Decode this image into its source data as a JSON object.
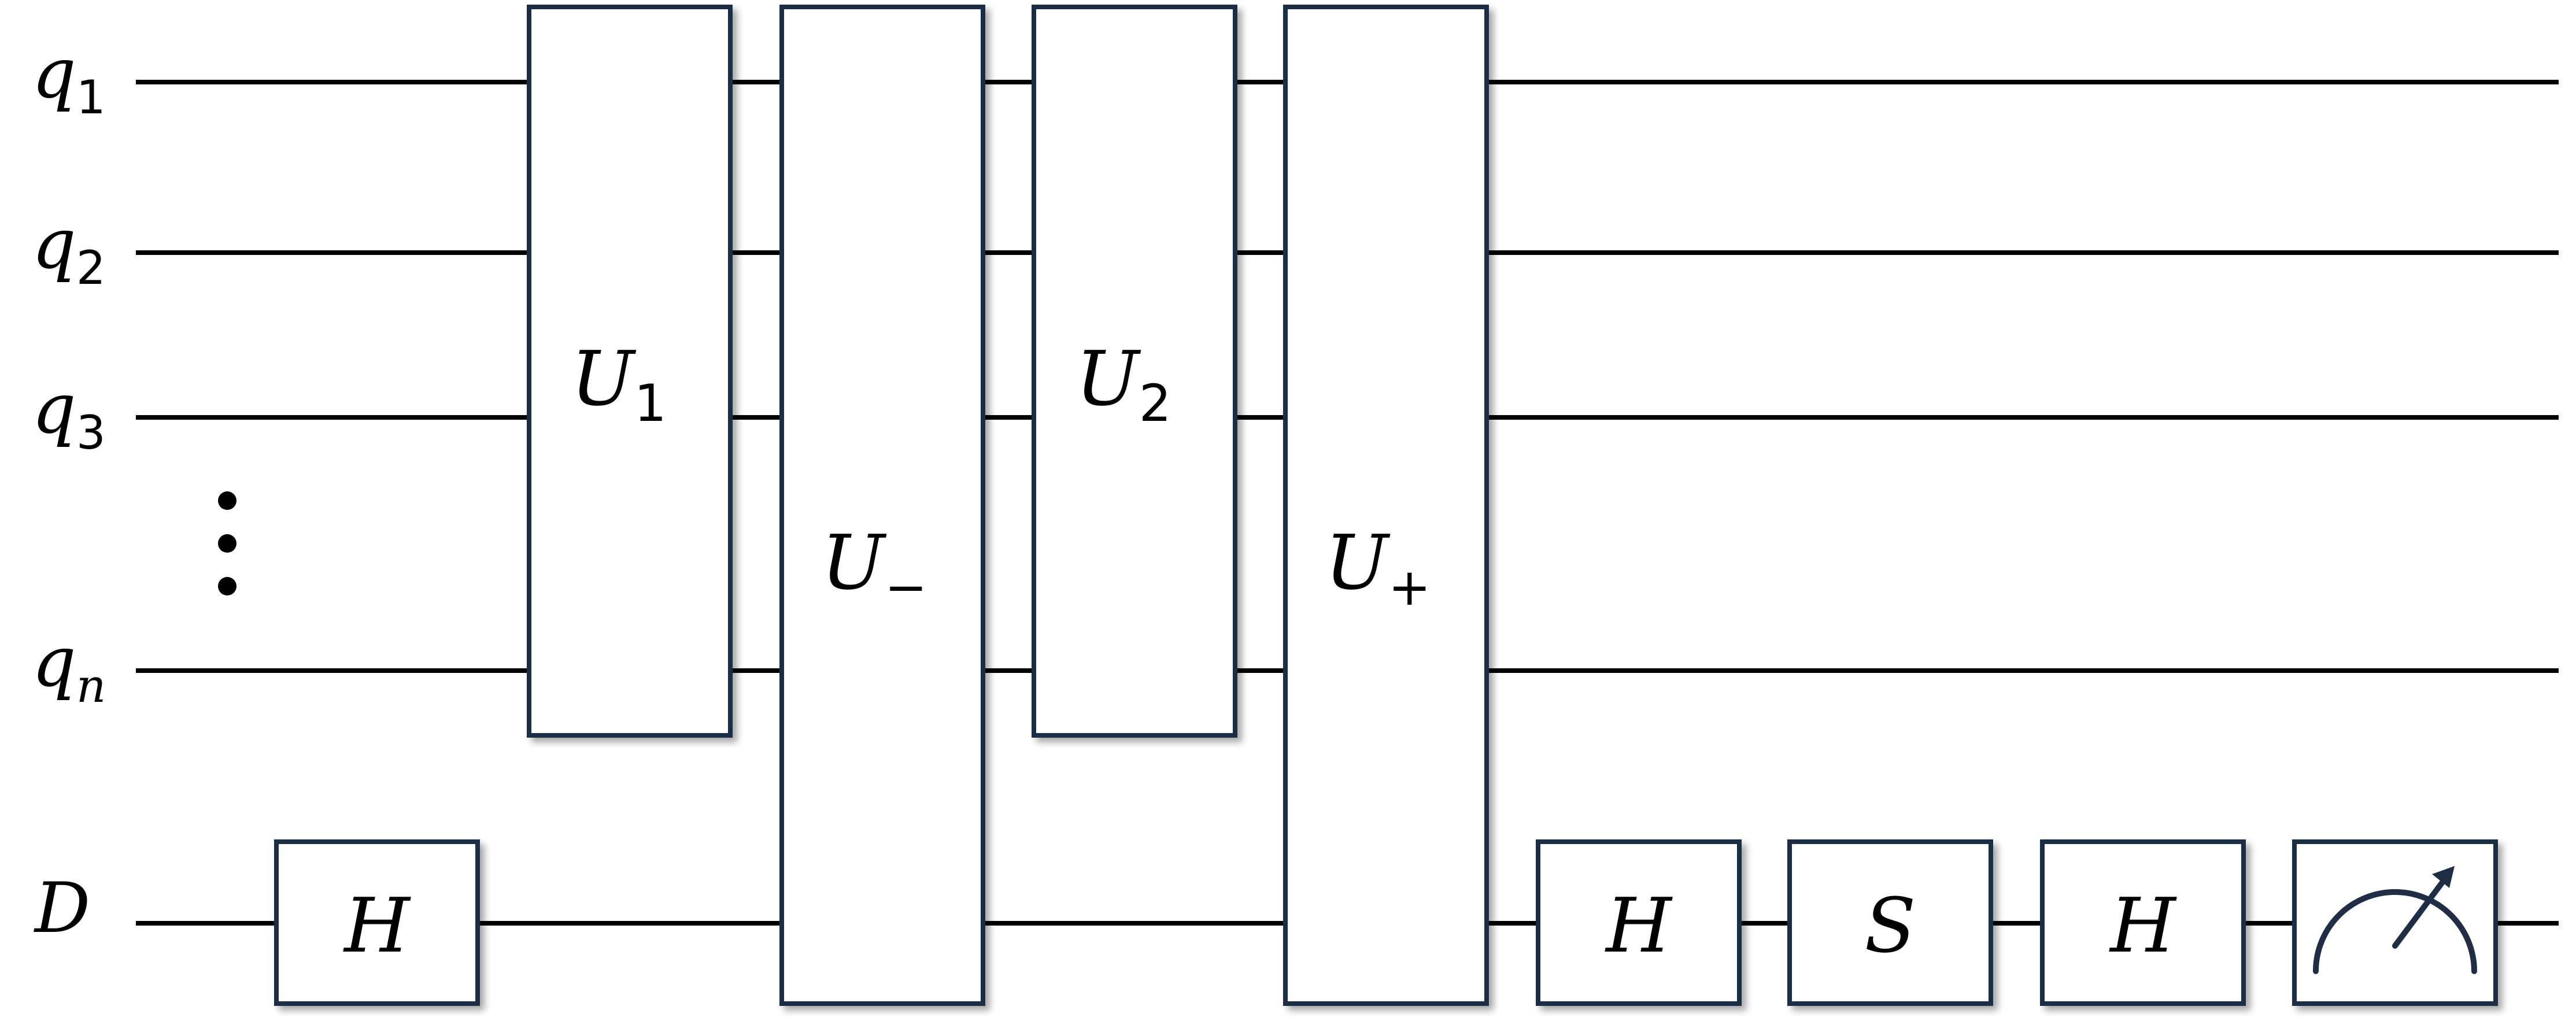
{
  "colors": {
    "wire": "#000000",
    "gate_border": "#1f2d45",
    "gate_fill": "#ffffff",
    "background": "#ffffff"
  },
  "qubits": [
    {
      "id": "q1",
      "base": "q",
      "sub": "1"
    },
    {
      "id": "q2",
      "base": "q",
      "sub": "2"
    },
    {
      "id": "q3",
      "base": "q",
      "sub": "3"
    },
    {
      "id": "qn",
      "base": "q",
      "sub": "n"
    },
    {
      "id": "D",
      "base": "D",
      "sub": ""
    }
  ],
  "ellipsis": "vertical-ellipsis",
  "gates": [
    {
      "id": "H-first",
      "base": "H",
      "sub": ""
    },
    {
      "id": "U1",
      "base": "U",
      "sub": "1"
    },
    {
      "id": "U-minus",
      "base": "U",
      "sub": "−"
    },
    {
      "id": "U2",
      "base": "U",
      "sub": "2"
    },
    {
      "id": "U-plus",
      "base": "U",
      "sub": "+"
    },
    {
      "id": "H-second",
      "base": "H",
      "sub": ""
    },
    {
      "id": "S",
      "base": "S",
      "sub": ""
    },
    {
      "id": "H-third",
      "base": "H",
      "sub": ""
    }
  ],
  "measurement_icon": "meter-icon"
}
